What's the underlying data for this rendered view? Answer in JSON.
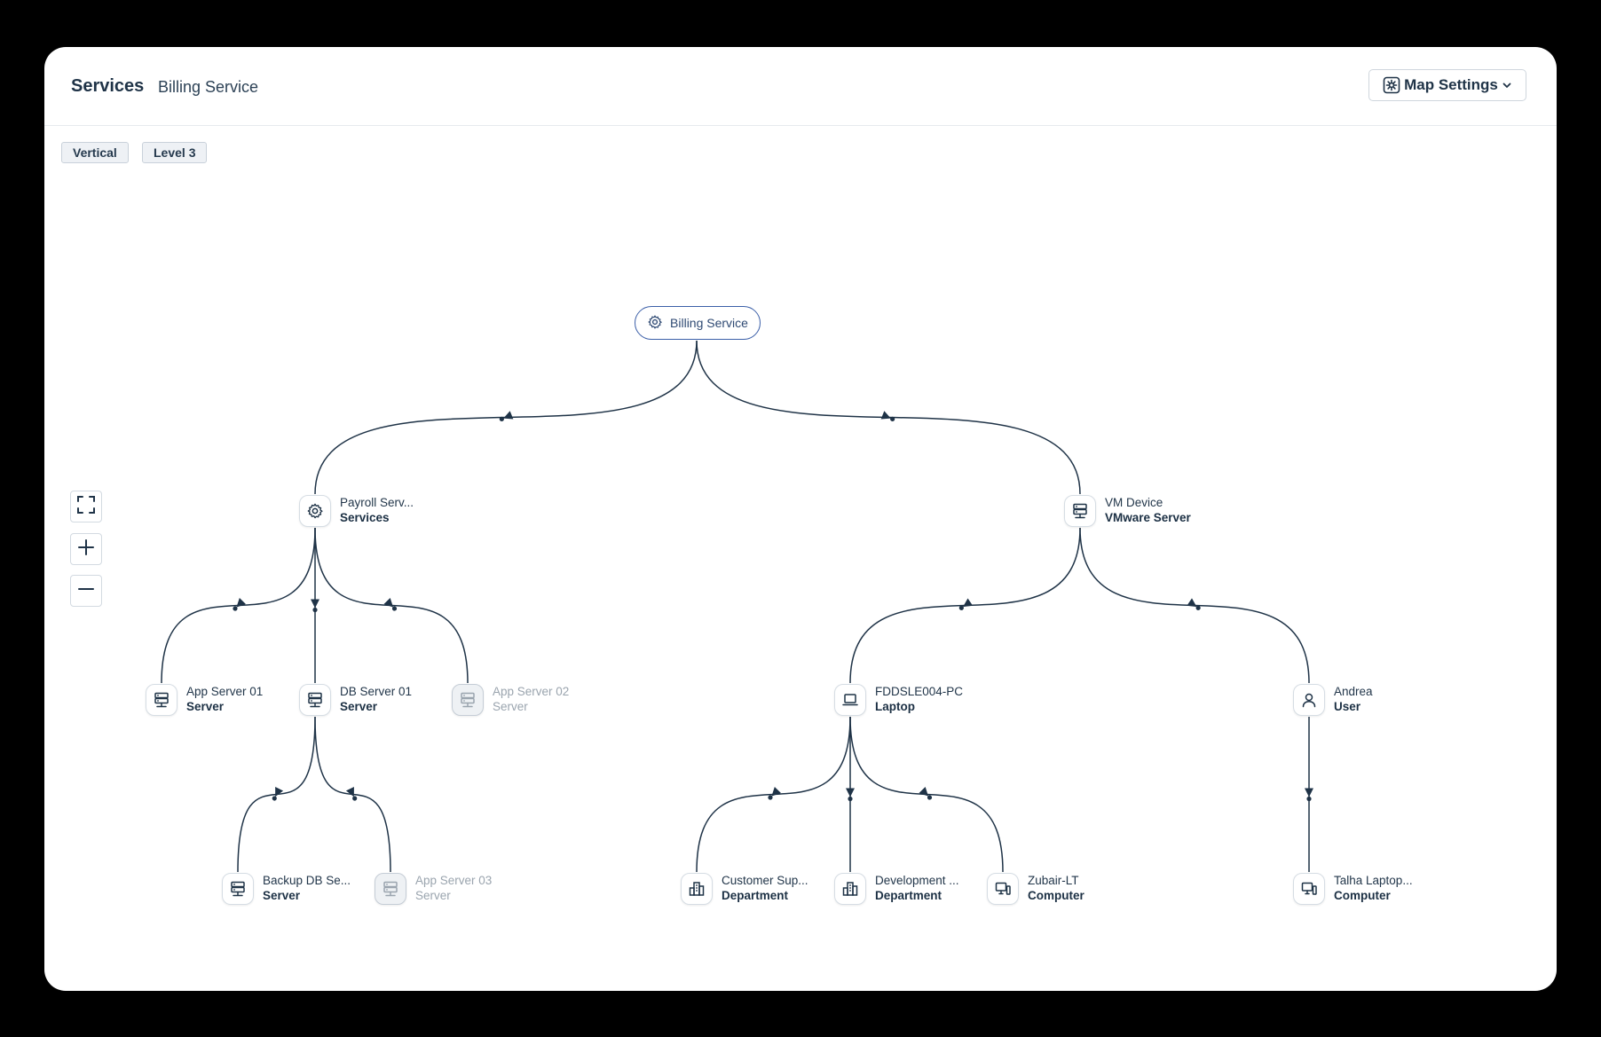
{
  "header": {
    "title": "Services",
    "subtitle": "Billing Service",
    "map_settings_label": "Map Settings"
  },
  "chips": {
    "orientation": "Vertical",
    "level": "Level 3"
  },
  "zoom_controls": {
    "fit": "fit-screen-icon",
    "zoom_in": "plus-icon",
    "zoom_out": "minus-icon"
  },
  "root": {
    "label": "Billing Service",
    "icon": "gear-icon"
  },
  "nodes": {
    "payroll": {
      "name": "Payroll Serv...",
      "type": "Services",
      "icon": "gear-icon"
    },
    "vm_device": {
      "name": "VM Device",
      "type": "VMware Server",
      "icon": "server-icon"
    },
    "app_server_01": {
      "name": "App Server 01",
      "type": "Server",
      "icon": "server-icon"
    },
    "db_server_01": {
      "name": "DB Server 01",
      "type": "Server",
      "icon": "server-icon"
    },
    "app_server_02": {
      "name": "App Server 02",
      "type": "Server",
      "icon": "server-icon",
      "dimmed": true
    },
    "fddsle004": {
      "name": "FDDSLE004-PC",
      "type": "Laptop",
      "icon": "laptop-icon"
    },
    "andrea": {
      "name": "Andrea",
      "type": "User",
      "icon": "user-icon"
    },
    "backup_db": {
      "name": "Backup DB Se...",
      "type": "Server",
      "icon": "server-icon"
    },
    "app_server_03": {
      "name": "App Server 03",
      "type": "Server",
      "icon": "server-icon",
      "dimmed": true
    },
    "customer_sup": {
      "name": "Customer Sup...",
      "type": "Department",
      "icon": "department-icon"
    },
    "development": {
      "name": "Development ...",
      "type": "Department",
      "icon": "department-icon"
    },
    "zubair": {
      "name": "Zubair-LT",
      "type": "Computer",
      "icon": "computer-icon"
    },
    "talha": {
      "name": "Talha Laptop...",
      "type": "Computer",
      "icon": "computer-icon"
    }
  },
  "colors": {
    "edge": "#1f3347",
    "root_border": "#3b5fa8",
    "dim_text": "#9aa4ae"
  }
}
